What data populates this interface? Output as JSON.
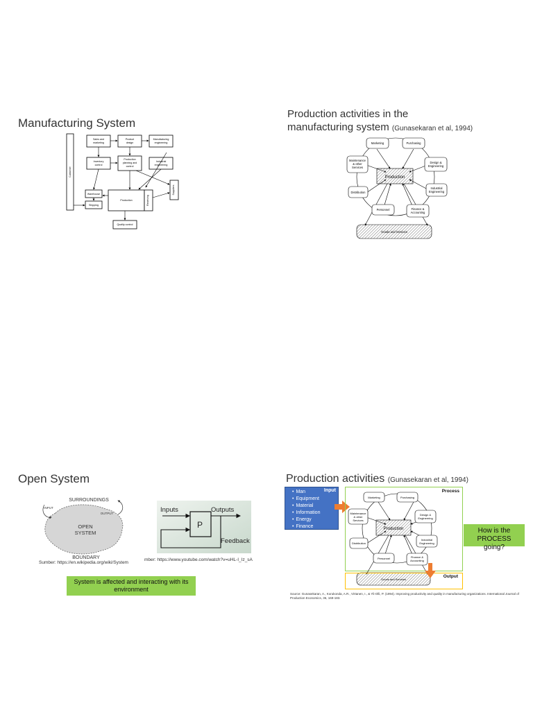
{
  "slide1": {
    "title": "Manufacturing System",
    "boxes": {
      "sales": [
        "Sales and",
        "marketing"
      ],
      "product_design": [
        "Product",
        "design"
      ],
      "mfg_eng": [
        "Manufacturing",
        "engineering"
      ],
      "inventory": [
        "Inventory",
        "control"
      ],
      "ppc": [
        "Production",
        "planning and",
        "control"
      ],
      "industrial": [
        "Industrial",
        "engineering"
      ],
      "warehouse": "Warehouse",
      "shipping": "Shipping",
      "production": "Production",
      "receiving": "Receiving",
      "suppliers": "Suppliers",
      "customer": "Customer",
      "quality": "Quality control"
    }
  },
  "slide2": {
    "title_line1": "Production activities in the",
    "title_line2": "manufacturing system",
    "citation": "(Gunasekaran et al, 1994)",
    "nodes": {
      "marketing": "Marketing",
      "purchasing": "Purchasing",
      "maintenance": [
        "Maintenance",
        "& other",
        "Services"
      ],
      "design": [
        "Design &",
        "Engineering"
      ],
      "distribution": "Distribution",
      "industrial": [
        "Industrial",
        "Engineering"
      ],
      "personnel": "Personnel",
      "finance": [
        "Finance &",
        "Accounting"
      ],
      "production": "Production",
      "goods": "Goods and Services"
    }
  },
  "slide3": {
    "title": "Open System",
    "labels": {
      "surroundings": "SURROUNDINGS",
      "input": "INPUT",
      "output": "OUTPUT",
      "open_system": [
        "OPEN",
        "SYSTEM"
      ],
      "boundary": "BOUNDARY",
      "inputs": "Inputs",
      "outputs": "Outputs",
      "p": "P",
      "feedback": "Feedback"
    },
    "source_left": "Sumber: https://en.wikipedia.org/wiki/System",
    "source_right": "mber: https://www.youtube.com/watch?v=uHL-I_Iz_sA",
    "note": "System is affected and interacting with its environment"
  },
  "slide4": {
    "title": "Production activities",
    "citation": "(Gunasekaran et al, 1994)",
    "input_label": "Input",
    "inputs": [
      "Man",
      "Equipment",
      "Material",
      "Information",
      "Energy",
      "Finance"
    ],
    "process_label": "Process",
    "output_label": "Output",
    "question": "How is the PROCESS going?",
    "source": "Source: Gunasekaran, A., Korukonda, A.R., Virtanen, I., & Yli-Olli, P. (1994). Improving productivity and quality in manufacturing organizations. International Journal of Production Economics, 36, 169-183.",
    "accent_colors": {
      "input_box": "#4472c4",
      "process_border": "#92d050",
      "output_border": "#ffc000",
      "arrow": "#ed7d31",
      "question_bg": "#92d050"
    }
  }
}
